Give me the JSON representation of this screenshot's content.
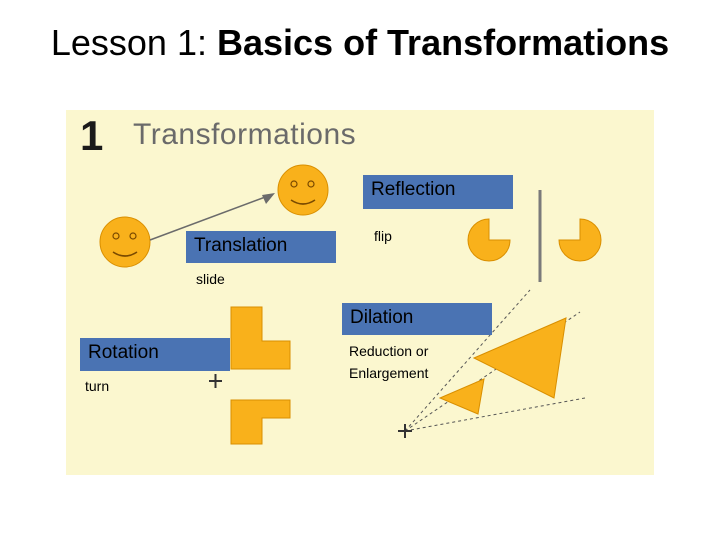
{
  "title": {
    "prefix": "Lesson 1: ",
    "bold": "Basics of Transformations"
  },
  "panel": {
    "header_number": "1",
    "header_word": "Transformations",
    "translation": {
      "label": "Translation",
      "sub": "slide"
    },
    "reflection": {
      "label": "Reflection",
      "sub": "flip"
    },
    "rotation": {
      "label": "Rotation",
      "sub": "turn"
    },
    "dilation": {
      "label": "Dilation",
      "sub_line1": "Reduction or",
      "sub_line2": "Enlargement"
    }
  },
  "colors": {
    "shape_fill": "#f9b11b",
    "label_box": "#4a73b3",
    "panel_bg": "#fbf7cf"
  }
}
